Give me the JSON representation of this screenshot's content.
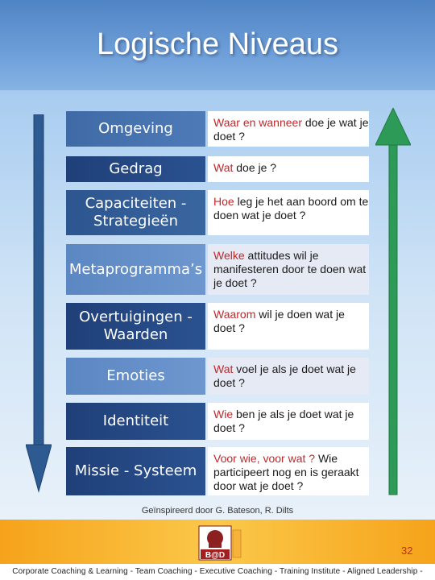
{
  "title": "Logische Niveaus",
  "rows": [
    {
      "level": "Omgeving",
      "level_lines": [
        "Omgeving"
      ],
      "q_kw": "Waar en wanneer",
      "q_rest": " doe je wat je doet ?"
    },
    {
      "level": "Gedrag",
      "level_lines": [
        "Gedrag"
      ],
      "q_kw": "Wat",
      "q_rest": " doe je ?"
    },
    {
      "level": "Capaciteiten - Strategieën",
      "level_lines": [
        "Capaciteiten -",
        "Strategieën"
      ],
      "q_kw": "Hoe",
      "q_rest": " leg je het aan boord om te doen wat je doet ?"
    },
    {
      "level": "Metaprogramma’s",
      "level_lines": [
        "Metaprogramma’s"
      ],
      "q_kw": "Welke",
      "q_rest": " attitudes wil je manifesteren door te doen wat je doet ?"
    },
    {
      "level": "Overtuigingen - Waarden",
      "level_lines": [
        "Overtuigingen -",
        "Waarden"
      ],
      "q_kw": "Waarom",
      "q_rest": " wil je doen wat je doet ?"
    },
    {
      "level": "Emoties",
      "level_lines": [
        "Emoties"
      ],
      "q_kw": "Wat",
      "q_rest": " voel je als je doet wat je doet ?"
    },
    {
      "level": "Identiteit",
      "level_lines": [
        "Identiteit"
      ],
      "q_kw": "Wie",
      "q_rest": " ben je als je doet wat je doet ?"
    },
    {
      "level": "Missie - Systeem",
      "level_lines": [
        "Missie - Systeem"
      ],
      "q_kw": "Voor wie, voor wat ?",
      "q_rest": " Wie participeert nog en is geraakt door wat je doet ?"
    }
  ],
  "credit": "Geïnspireerd door G. Bateson, R. Dilts",
  "logo_text": "B@D",
  "page_number": "32",
  "footer": "Corporate Coaching & Learning - Team Coaching - Executive Coaching - Training Institute - Aligned Leadership -",
  "colors": {
    "down_arrow": "#2e5a92",
    "up_arrow": "#2e9a57",
    "keyword": "#c0282c",
    "footer_band": "#f6a31a"
  }
}
